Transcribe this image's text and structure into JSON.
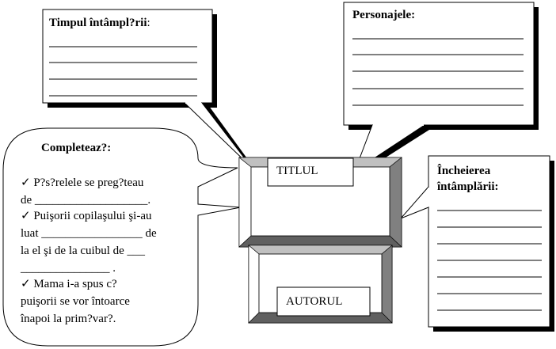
{
  "callouts": {
    "time": {
      "title": "Timpul întâmpl?rii",
      "suffix": ":"
    },
    "characters": {
      "title": "Personajele:"
    },
    "ending": {
      "title_line1": "Încheierea",
      "title_line2": "întâmplării:"
    }
  },
  "bubble": {
    "title": "Completeaz?:",
    "check": "✓",
    "item1": {
      "line1": " P?s?relele se preg?teau",
      "line2": "de ___________________."
    },
    "item2": {
      "line1": " Puişorii copilaşului şi-au",
      "line2": "luat _________________ de",
      "line3": "la el şi de la cuibul de ___",
      "line4": "_______________ ."
    },
    "item3": {
      "line1": " Mama i-a spus c?",
      "line2": "puişorii se vor întoarce",
      "line3": "înapoi la prim?var?."
    }
  },
  "book": {
    "title_label": "TITLUL",
    "author_label": "AUTORUL"
  },
  "colors": {
    "bevel_light": "#ffffff",
    "bevel_gray": "#c0c0c0",
    "bevel_dark": "#808080",
    "bevel_darker": "#606060"
  }
}
